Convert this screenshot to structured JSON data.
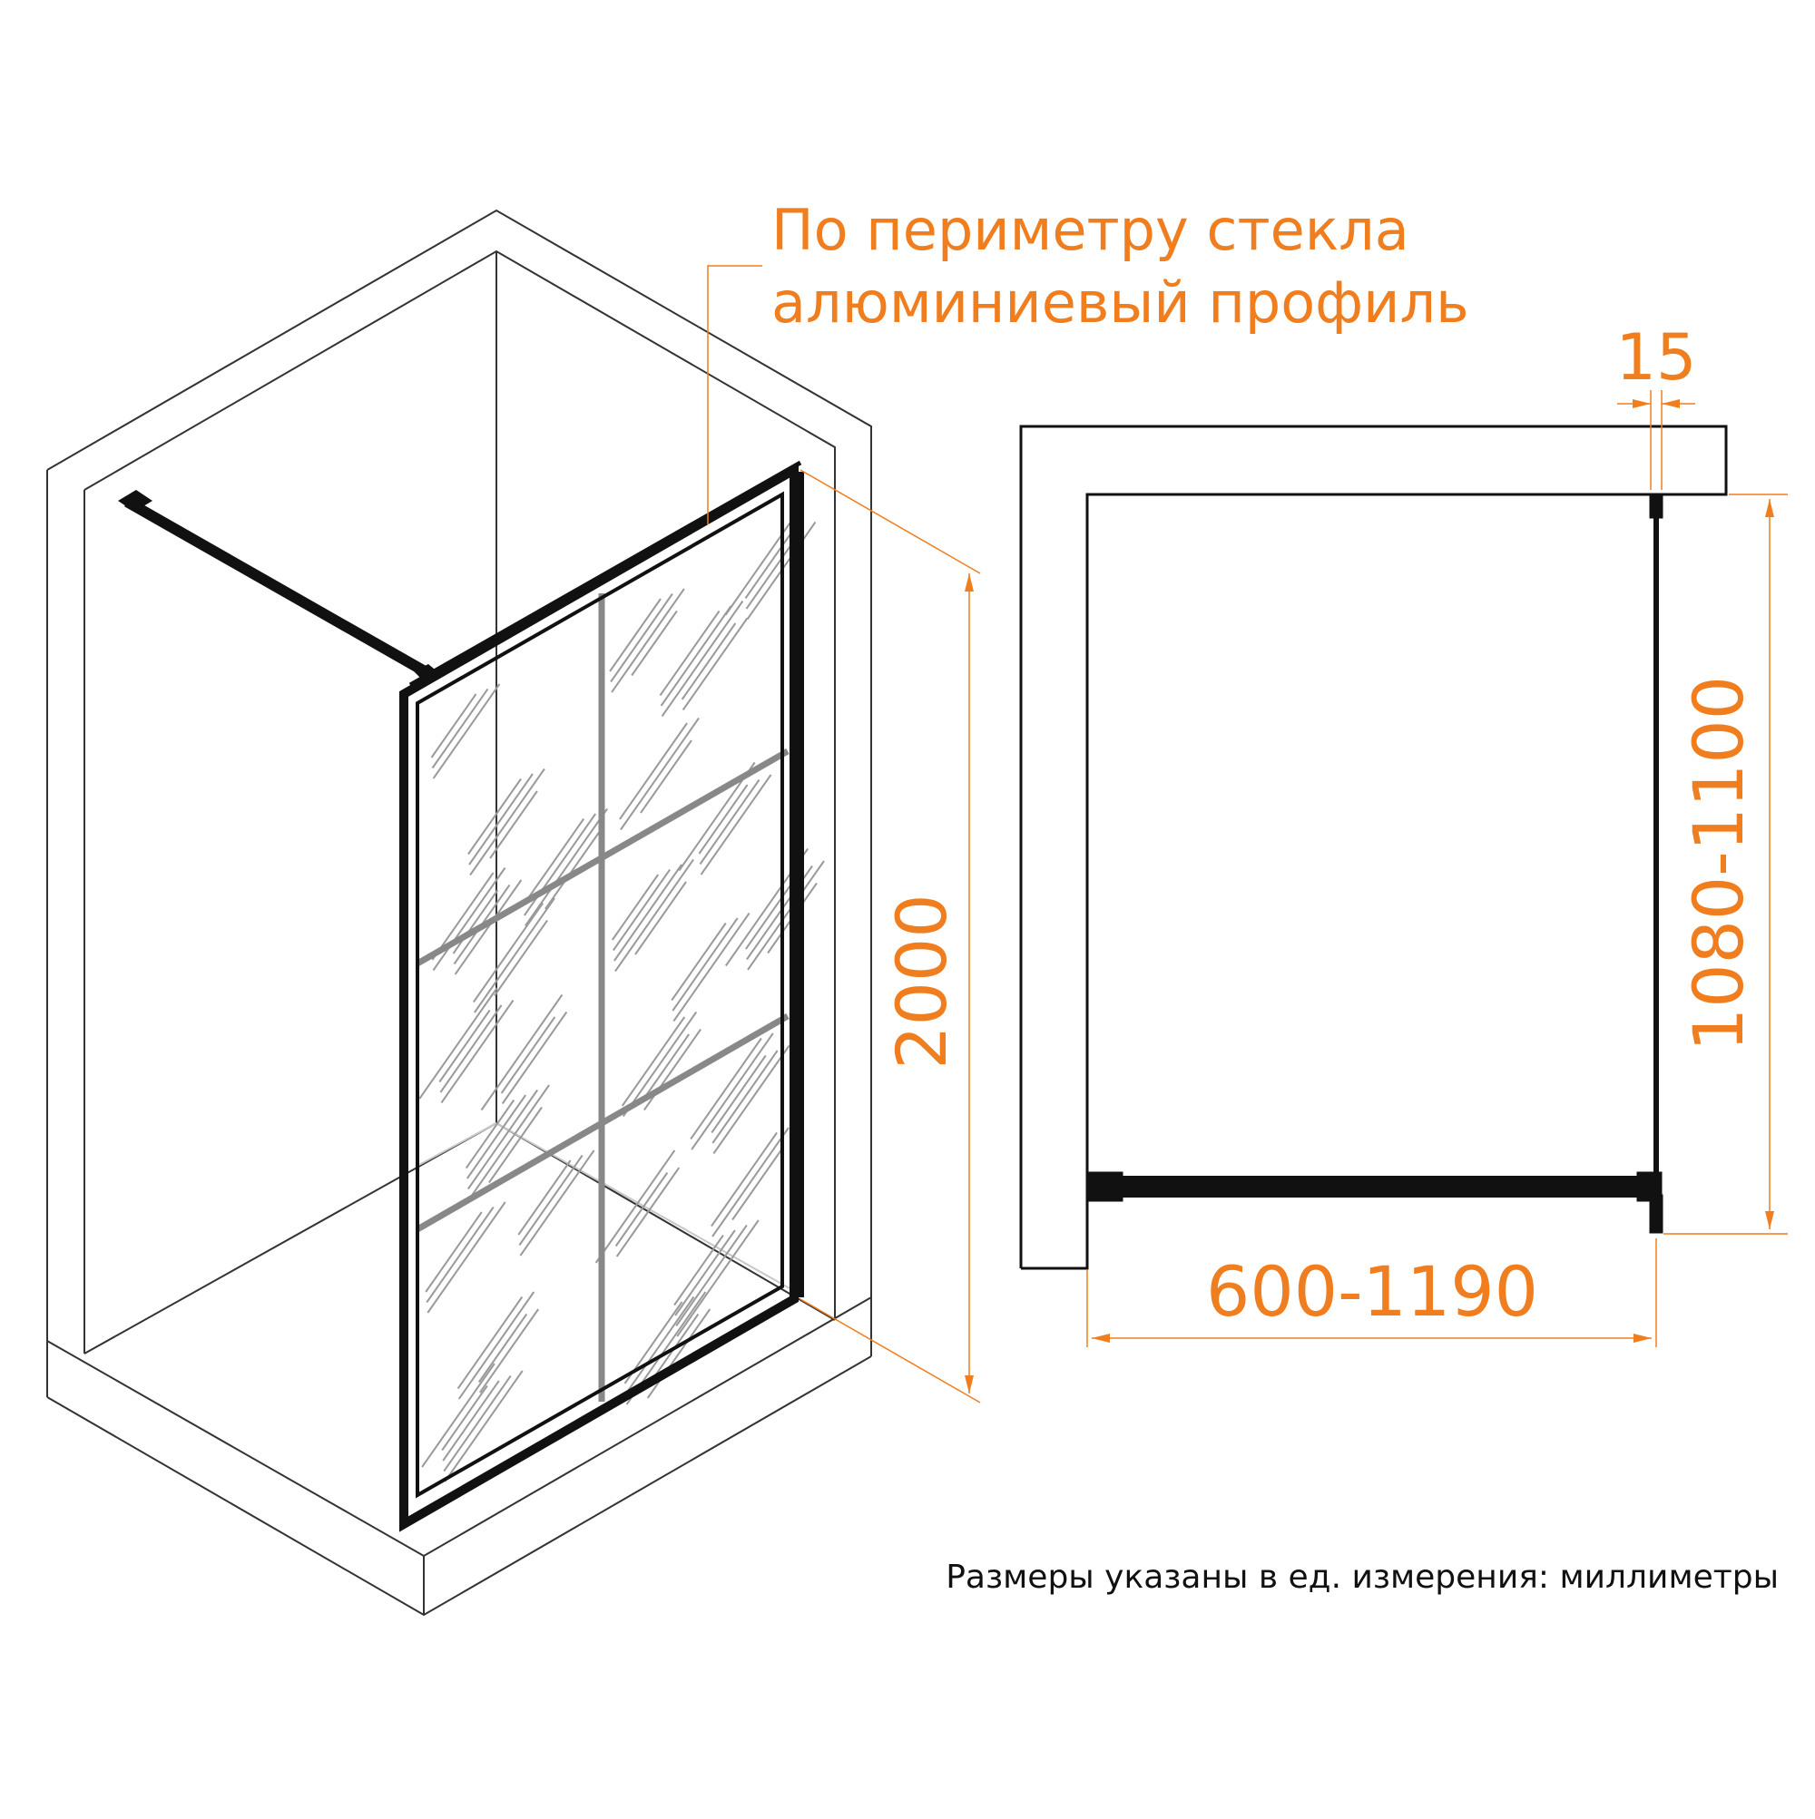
{
  "annotation": {
    "line1": "По периметру стекла",
    "line2": "алюминиевый профиль"
  },
  "dimensions": {
    "height": "2000",
    "profile_width": "15",
    "depth_range": "1080-1100",
    "width_range": "600-1190"
  },
  "note": "Размеры указаны в ед. измерения: миллиметры",
  "colors": {
    "accent": "#F07D1E",
    "line": "#111111",
    "frame": "#222222",
    "glass_line": "#9a9a9a",
    "room": "#333333"
  }
}
